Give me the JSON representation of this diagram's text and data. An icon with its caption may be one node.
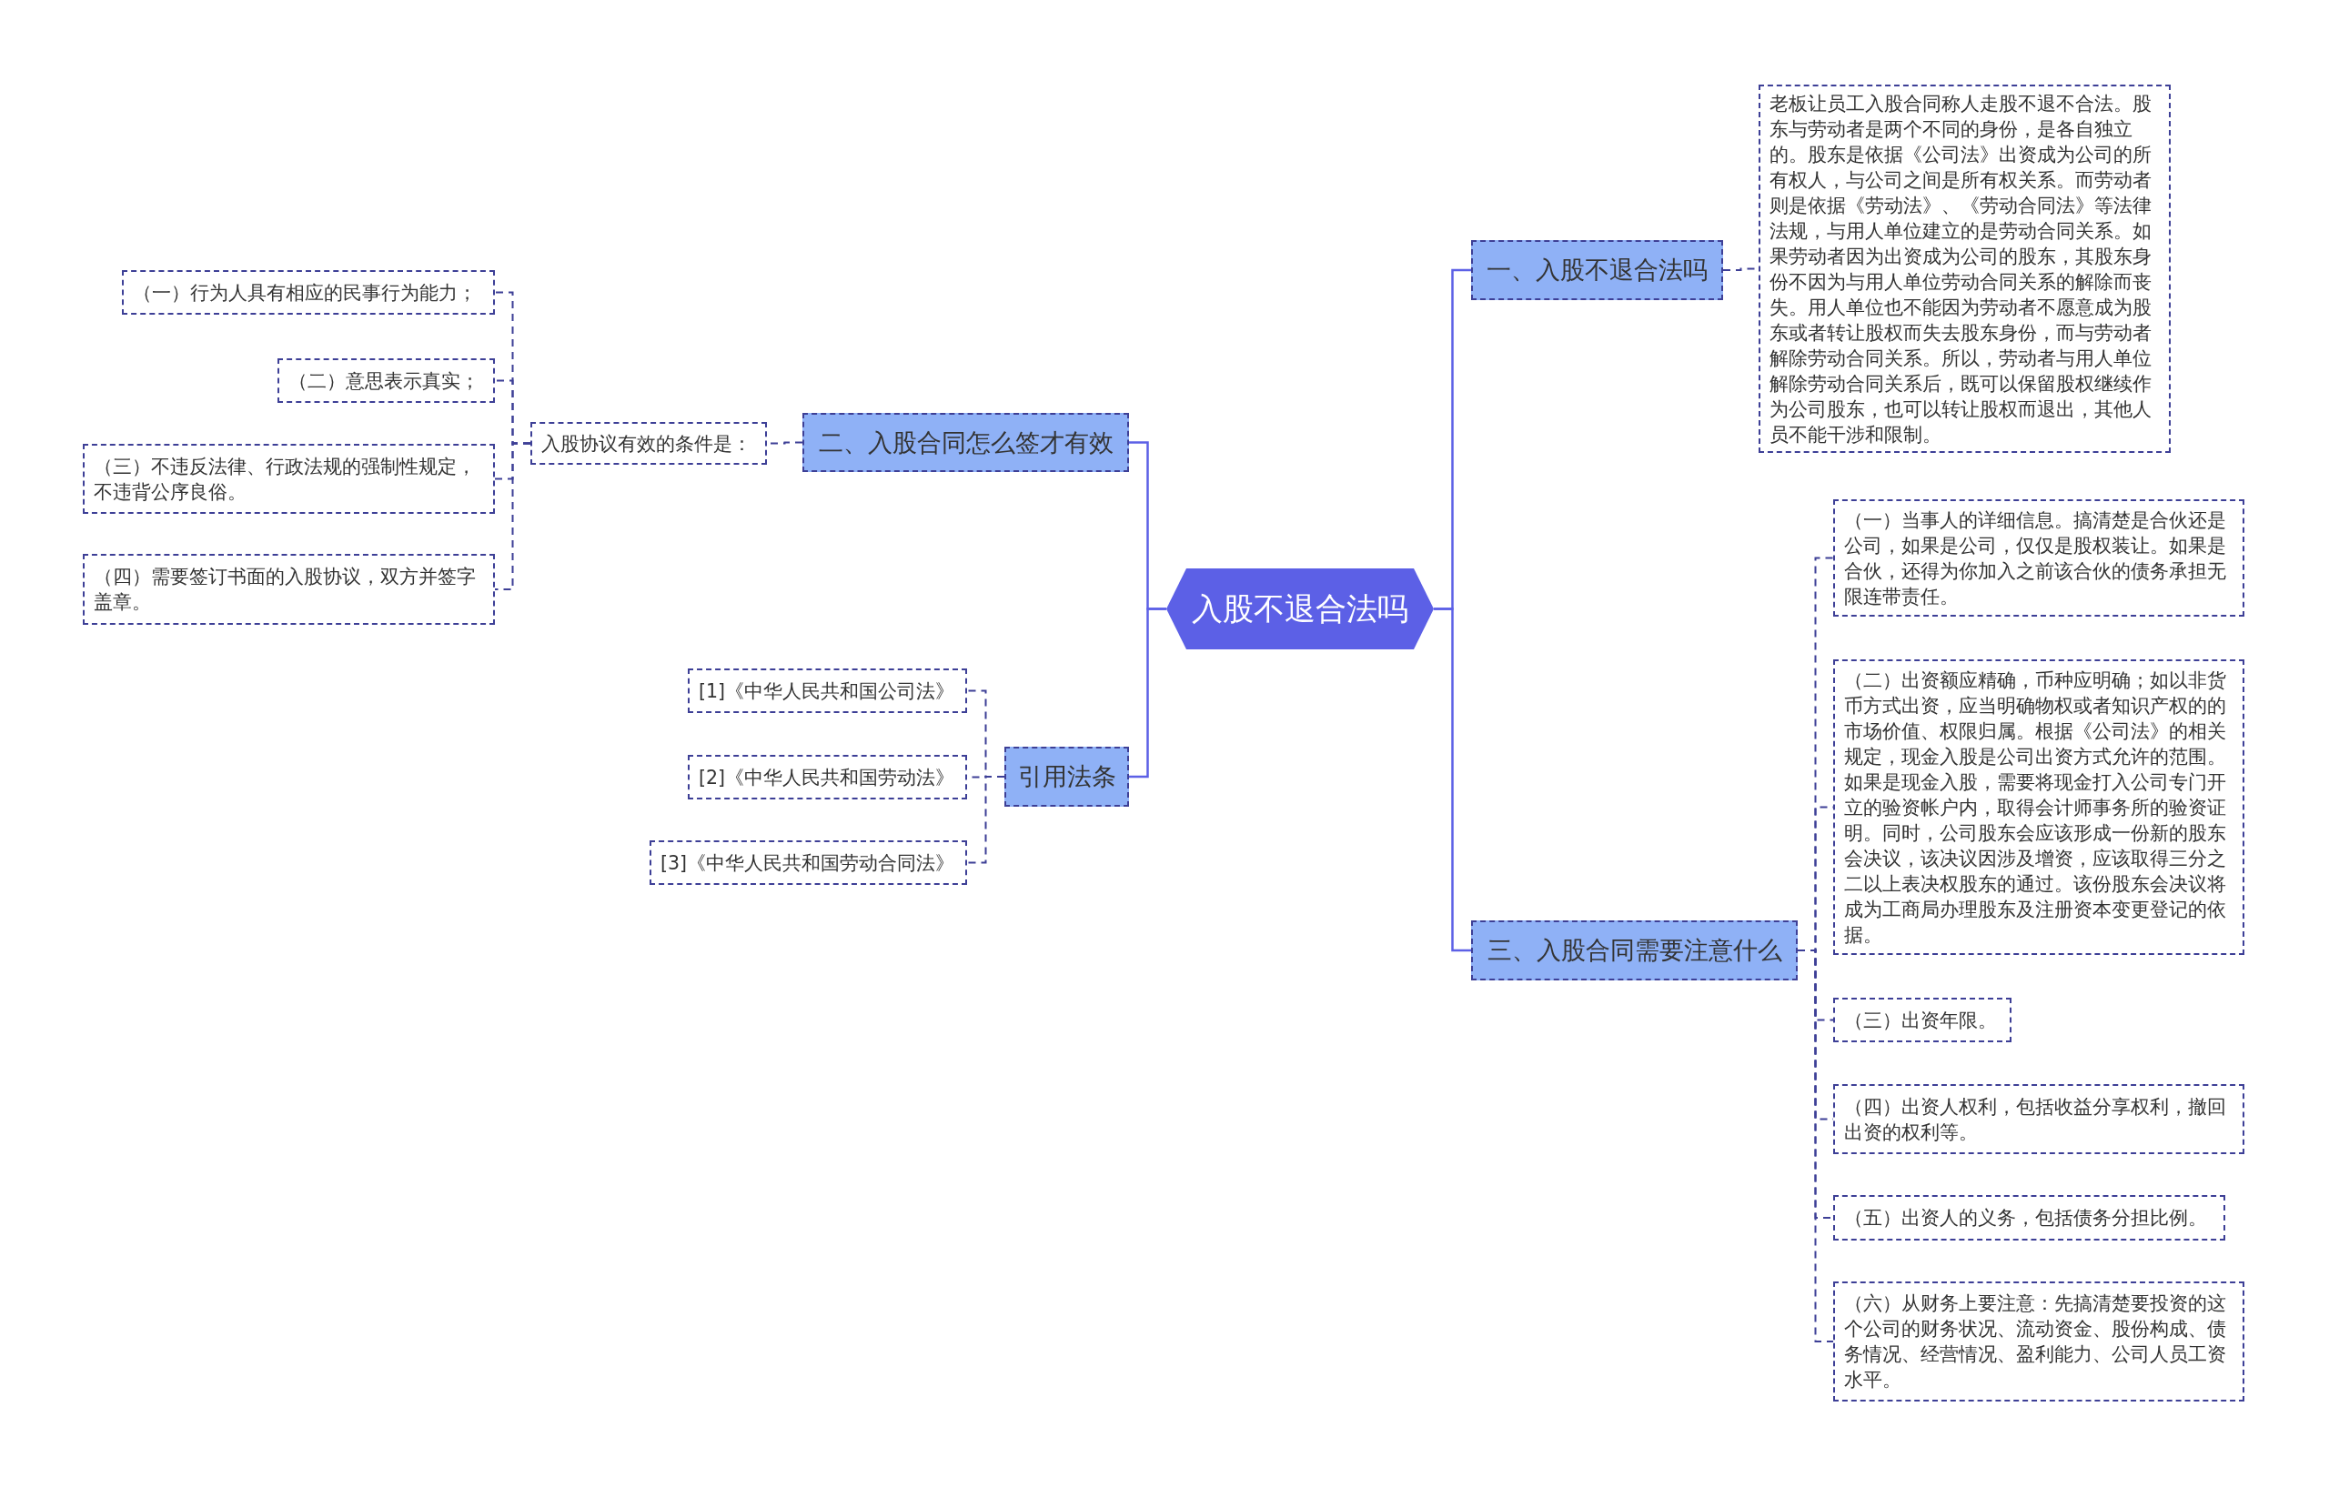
{
  "diagram": {
    "nodes": [
      {
        "text": [
          "入股不退合法吗"
        ]
      },
      {
        "text": [
          "一、入股不退合法吗"
        ]
      },
      {
        "text": [
          "老板让员工入股合同称人走股不退不合法。股东与劳动者是两个不同的身份，是各自独立的。股东是依据《公司法》出资成为公司的所有权人，与公司之间是所有权关系。而劳动者则是依据《劳动法》、《劳动合同法》等法律法规，与用人单位建立的是劳动合同关系。如果劳动者因为出资成为公司的股东，其股东身份不因为与用人单位劳动合同关系的解除而丧失。用人单位也不能因为劳动者不愿意成为股东或者转让股权而失去股东身份，而与劳动者解除劳动合同关系。所以，劳动者与用人单位解除劳动合同关系后，既可以保留股权继续作为公司股东，也可以转让股权而退出，其他人员不能干涉和限制。"
        ]
      },
      {
        "text": [
          "三、入股合同需要注意什么"
        ]
      },
      {
        "text": [
          "（一）当事人的详细信息。搞清楚是合伙还是公司，如果是公司，仅仅是股权装让。如果是合伙，还得为你加入之前该合伙的债务承担无限连带责任。"
        ]
      },
      {
        "text": [
          "（二）出资额应精确，币种应明确；如以非货币方式出资，应当明确物权或者知识产权的的市场价值、权限归属。根据《公司法》的相关规定，现金入股是公司出资方式允许的范围。如果是现金入股，需要将现金打入公司专门开立的验资帐户内，取得会计师事务所的验资证明。同时，公司股东会应该形成一份新的股东会决议，该决议因涉及增资，应该取得三分之二以上表决权股东的通过。该份股东会决议将成为工商局办理股东及注册资本变更登记的依据。"
        ]
      },
      {
        "text": [
          "（三）出资年限。"
        ]
      },
      {
        "text": [
          "（四）出资人权利，包括收益分享权利，撤回出资的权利等。"
        ]
      },
      {
        "text": [
          "（五）出资人的义务，包括债务分担比例。"
        ]
      },
      {
        "text": [
          "（六）从财务上要注意：先搞清楚要投资的这个公司的财务状况、流动资金、股份构成、债务情况、经营情况、盈利能力、公司人员工资水平。"
        ]
      },
      {
        "text": [
          "二、入股合同怎么签才有效"
        ]
      },
      {
        "text": [
          "入股协议有效的条件是："
        ]
      },
      {
        "text": [
          "（一）行为人具有相应的民事行为能力；"
        ]
      },
      {
        "text": [
          "（二）意思表示真实；"
        ]
      },
      {
        "text": [
          "（三）不违反法律、行政法规的强制性规定，不违背公序良俗。"
        ]
      },
      {
        "text": [
          "（四）需要签订书面的入股协议，双方并签字盖章。"
        ]
      },
      {
        "text": [
          "引用法条"
        ]
      },
      {
        "text": [
          "[1]《中华人民共和国公司法》"
        ]
      },
      {
        "text": [
          "[2]《中华人民共和国劳动法》"
        ]
      },
      {
        "text": [
          "[3]《中华人民共和国劳动合同法》"
        ]
      }
    ],
    "edges": [
      {
        "from": 0,
        "to": 1,
        "arrow": "none",
        "color": "#5c60e6"
      },
      {
        "from": 1,
        "to": 2,
        "arrow": "none",
        "style": "dashed"
      },
      {
        "from": 0,
        "to": 3,
        "arrow": "none",
        "color": "#5c60e6"
      },
      {
        "from": 3,
        "to": 4,
        "arrow": "none",
        "style": "dashed"
      },
      {
        "from": 3,
        "to": 5,
        "arrow": "none",
        "style": "dashed"
      },
      {
        "from": 3,
        "to": 6,
        "arrow": "none",
        "style": "dashed"
      },
      {
        "from": 3,
        "to": 7,
        "arrow": "none",
        "style": "dashed"
      },
      {
        "from": 3,
        "to": 8,
        "arrow": "none",
        "style": "dashed"
      },
      {
        "from": 3,
        "to": 9,
        "arrow": "none",
        "style": "dashed"
      },
      {
        "from": 0,
        "to": 10,
        "arrow": "none",
        "color": "#5c60e6"
      },
      {
        "from": 10,
        "to": 11,
        "arrow": "none",
        "style": "dashed"
      },
      {
        "from": 11,
        "to": 12,
        "arrow": "none",
        "style": "dashed"
      },
      {
        "from": 11,
        "to": 13,
        "arrow": "none",
        "style": "dashed"
      },
      {
        "from": 11,
        "to": 14,
        "arrow": "none",
        "style": "dashed"
      },
      {
        "from": 11,
        "to": 15,
        "arrow": "none",
        "style": "dashed"
      },
      {
        "from": 0,
        "to": 16,
        "arrow": "none",
        "color": "#5c60e6"
      },
      {
        "from": 16,
        "to": 17,
        "arrow": "none",
        "style": "dashed"
      },
      {
        "from": 16,
        "to": 18,
        "arrow": "none",
        "style": "dashed"
      },
      {
        "from": 16,
        "to": 19,
        "arrow": "none",
        "style": "dashed"
      }
    ]
  }
}
